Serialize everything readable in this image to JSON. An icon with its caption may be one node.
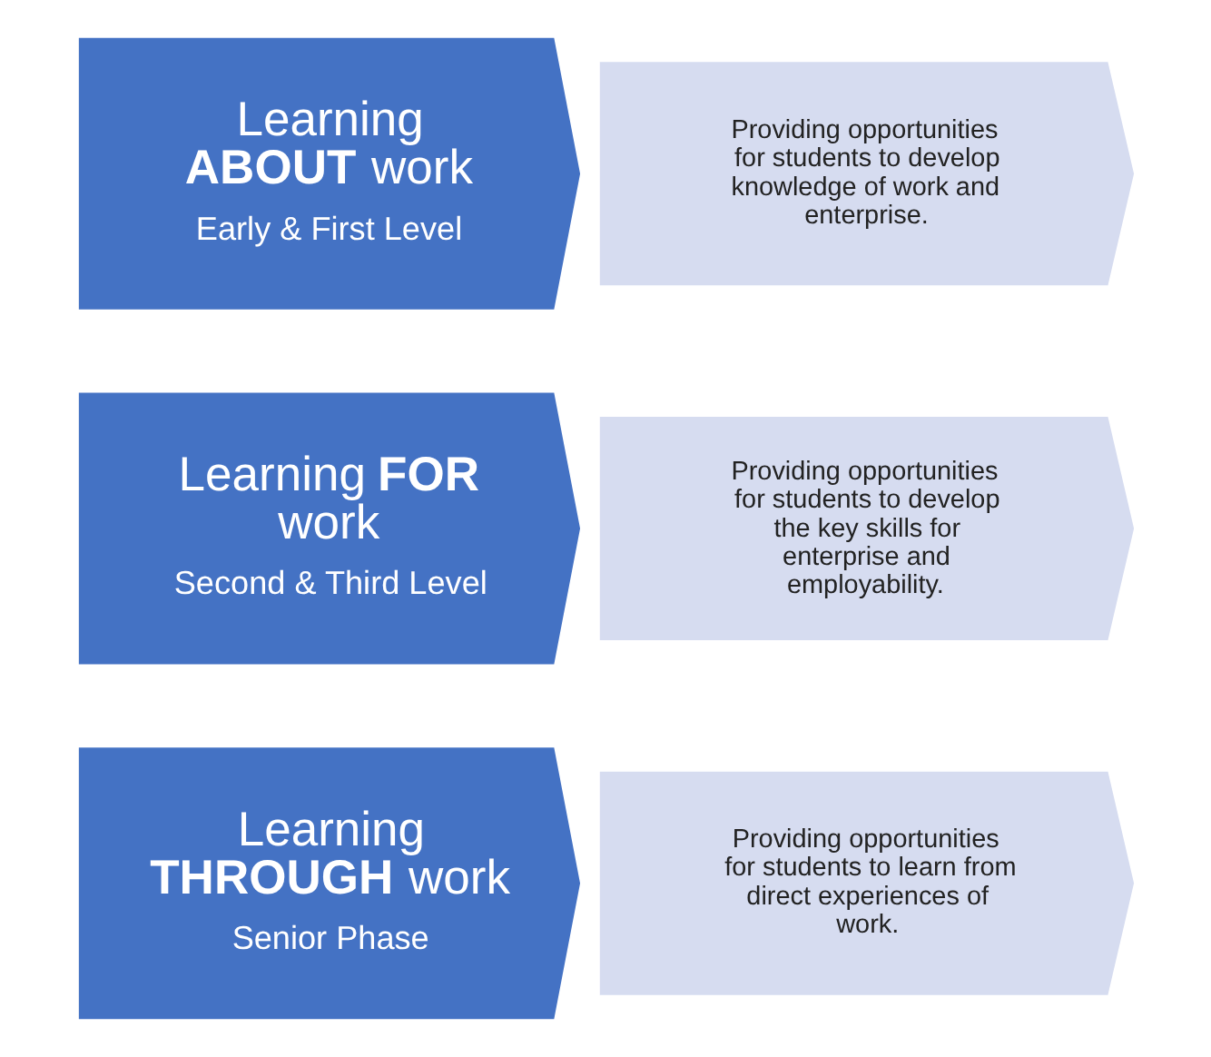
{
  "diagram": {
    "nodes": [
      {
        "text": [
          "Learning **ABOUT** work",
          "Early & First Level"
        ]
      },
      {
        "text": [
          "Providing opportunities for students to develop knowledge of work and enterprise."
        ]
      },
      {
        "text": [
          "Learning **FOR** work",
          "Second & Third Level"
        ]
      },
      {
        "text": [
          "Providing opportunities for students to develop the key skills for enterprise and employability."
        ]
      },
      {
        "text": [
          "Learning **THROUGH** work",
          "Senior Phase"
        ]
      },
      {
        "text": [
          "Providing opportunities for students to learn from direct experiences of work."
        ]
      }
    ]
  }
}
